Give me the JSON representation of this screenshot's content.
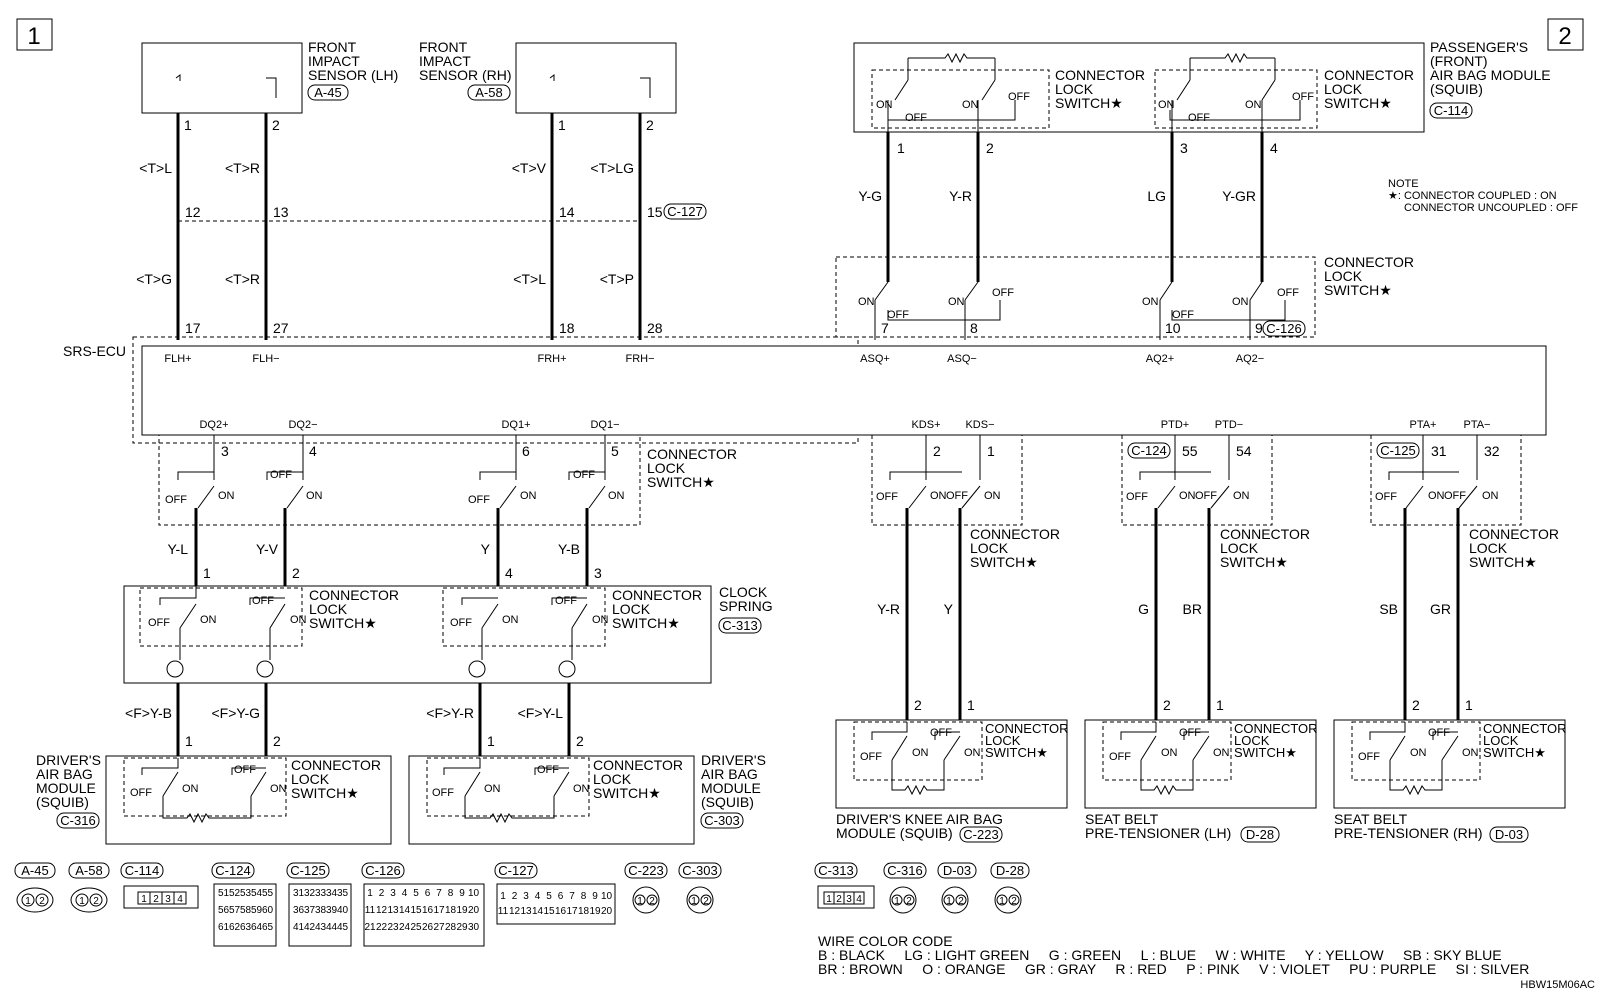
{
  "page_markers": [
    "1",
    "2"
  ],
  "sensors": {
    "lh": {
      "title_lines": [
        "FRONT",
        "IMPACT",
        "SENSOR (LH)"
      ],
      "connector": "A-45"
    },
    "rh": {
      "title_lines": [
        "FRONT",
        "IMPACT",
        "SENSOR (RH)"
      ],
      "connector": "A-58"
    }
  },
  "ecu": {
    "label": "SRS-ECU",
    "top_pins": [
      "FLH+",
      "FLH−",
      "FRH+",
      "FRH−",
      "ASQ+",
      "ASQ−",
      "AQ2+",
      "AQ2−"
    ],
    "bottom_pins": [
      "DQ2+",
      "DQ2−",
      "DQ1+",
      "DQ1−",
      "KDS+",
      "KDS−",
      "PTD+",
      "PTD−",
      "PTA+",
      "PTA−"
    ]
  },
  "left_wires": [
    {
      "top_pin": "1",
      "upper_color": "<T>L",
      "mid_pin": "12",
      "lower_color": "<T>G",
      "ecu_pin": "17"
    },
    {
      "top_pin": "2",
      "upper_color": "<T>R",
      "mid_pin": "13",
      "lower_color": "<T>R",
      "ecu_pin": "27"
    },
    {
      "top_pin": "1",
      "upper_color": "<T>V",
      "mid_pin": "14",
      "lower_color": "<T>L",
      "ecu_pin": "18"
    },
    {
      "top_pin": "2",
      "upper_color": "<T>LG",
      "mid_pin": "15",
      "lower_color": "<T>P",
      "ecu_pin": "28"
    }
  ],
  "c127_label": "C-127",
  "passenger": {
    "title_lines": [
      "PASSENGER'S",
      "(FRONT)",
      "AIR BAG MODULE",
      "(SQUIB)"
    ],
    "connector": "C-114",
    "pins": [
      "1",
      "2",
      "3",
      "4"
    ],
    "wire_colors": [
      "Y-G",
      "Y-R",
      "LG",
      "Y-GR"
    ],
    "ecu_pins": [
      "7",
      "8",
      "10",
      "9"
    ],
    "c126_label": "C-126"
  },
  "note": {
    "title": "NOTE",
    "line1": "★: CONNECTOR COUPLED : ON",
    "line2": "CONNECTOR UNCOUPLED : OFF"
  },
  "cls": {
    "line1": "CONNECTOR",
    "line2": "LOCK",
    "line3": "SWITCH★",
    "on": "ON",
    "off": "OFF"
  },
  "driver_section": {
    "ecu_pins": [
      "3",
      "4",
      "6",
      "5"
    ],
    "wire_colors_upper": [
      "Y-L",
      "Y-V",
      "Y",
      "Y-B"
    ],
    "clock_pins": [
      "1",
      "2",
      "4",
      "3"
    ],
    "clock_title": [
      "CLOCK",
      "SPRING"
    ],
    "clock_connector": "C-313",
    "wire_colors_lower": [
      "<F>Y-B",
      "<F>Y-G",
      "<F>Y-R",
      "<F>Y-L"
    ],
    "module_pins": [
      "1",
      "2",
      "1",
      "2"
    ],
    "module_lh": {
      "title_lines": [
        "DRIVER'S",
        "AIR BAG",
        "MODULE",
        "(SQUIB)"
      ],
      "connector": "C-316"
    },
    "module_rh": {
      "title_lines": [
        "DRIVER'S",
        "AIR BAG",
        "MODULE",
        "(SQUIB)"
      ],
      "connector": "C-303"
    }
  },
  "knee": {
    "ecu_pins": [
      "2",
      "1"
    ],
    "wire_colors": [
      "Y-R",
      "Y"
    ],
    "module_pins": [
      "2",
      "1"
    ],
    "title_lines": [
      "DRIVER'S KNEE AIR BAG",
      "MODULE (SQUIB)"
    ],
    "connector": "C-223"
  },
  "pt_lh": {
    "connector_ecu": "C-124",
    "ecu_pins": [
      "55",
      "54"
    ],
    "wire_colors": [
      "G",
      "BR"
    ],
    "module_pins": [
      "2",
      "1"
    ],
    "title_lines": [
      "SEAT BELT",
      "PRE-TENSIONER (LH)"
    ],
    "connector": "D-28"
  },
  "pt_rh": {
    "connector_ecu": "C-125",
    "ecu_pins": [
      "31",
      "32"
    ],
    "wire_colors": [
      "SB",
      "GR"
    ],
    "module_pins": [
      "2",
      "1"
    ],
    "title_lines": [
      "SEAT BELT",
      "PRE-TENSIONER (RH)"
    ],
    "connector": "D-03"
  },
  "connector_legend": {
    "a45": {
      "label": "A-45",
      "pins": [
        "1",
        "2"
      ]
    },
    "a58": {
      "label": "A-58",
      "pins": [
        "1",
        "2"
      ]
    },
    "c114": {
      "label": "C-114",
      "pins": [
        "1",
        "2",
        "3",
        "4"
      ]
    },
    "c124": {
      "label": "C-124",
      "rows": [
        [
          "51",
          "52",
          "53",
          "54",
          "55"
        ],
        [
          "56",
          "57",
          "58",
          "59",
          "60"
        ],
        [
          "61",
          "62",
          "63",
          "64",
          "65"
        ]
      ]
    },
    "c125": {
      "label": "C-125",
      "rows": [
        [
          "31",
          "32",
          "33",
          "34",
          "35"
        ],
        [
          "36",
          "37",
          "38",
          "39",
          "40"
        ],
        [
          "41",
          "42",
          "43",
          "44",
          "45"
        ]
      ]
    },
    "c126": {
      "label": "C-126",
      "rows": [
        [
          "1",
          "2",
          "3",
          "4",
          "5",
          "6",
          "7",
          "8",
          "9",
          "10"
        ],
        [
          "11",
          "12",
          "13",
          "14",
          "15",
          "16",
          "17",
          "18",
          "19",
          "20"
        ],
        [
          "21",
          "22",
          "23",
          "24",
          "25",
          "26",
          "27",
          "28",
          "29",
          "30"
        ]
      ]
    },
    "c127": {
      "label": "C-127",
      "rows": [
        [
          "1",
          "2",
          "3",
          "4",
          "5",
          "6",
          "7",
          "8",
          "9",
          "10"
        ],
        [
          "11",
          "12",
          "13",
          "14",
          "15",
          "16",
          "17",
          "18",
          "19",
          "20"
        ]
      ]
    },
    "c223": {
      "label": "C-223",
      "pins": [
        "1",
        "2"
      ]
    },
    "c303": {
      "label": "C-303",
      "pins": [
        "1",
        "2"
      ]
    },
    "c313": {
      "label": "C-313",
      "pins": [
        "1",
        "2",
        "3",
        "4"
      ]
    },
    "c316": {
      "label": "C-316",
      "pins": [
        "1",
        "2"
      ]
    },
    "d03": {
      "label": "D-03",
      "pins": [
        "1",
        "2"
      ]
    },
    "d28": {
      "label": "D-28",
      "pins": [
        "1",
        "2"
      ]
    }
  },
  "wire_color_code": {
    "title": "WIRE COLOR CODE",
    "line1": "B : BLACK     LG : LIGHT GREEN     G : GREEN     L : BLUE     W : WHITE     Y : YELLOW     SB : SKY BLUE",
    "line2": "BR : BROWN     O : ORANGE     GR : GRAY     R : RED     P : PINK     V : VIOLET     PU : PURPLE     SI : SILVER"
  },
  "drawing_code": "HBW15M06AC"
}
